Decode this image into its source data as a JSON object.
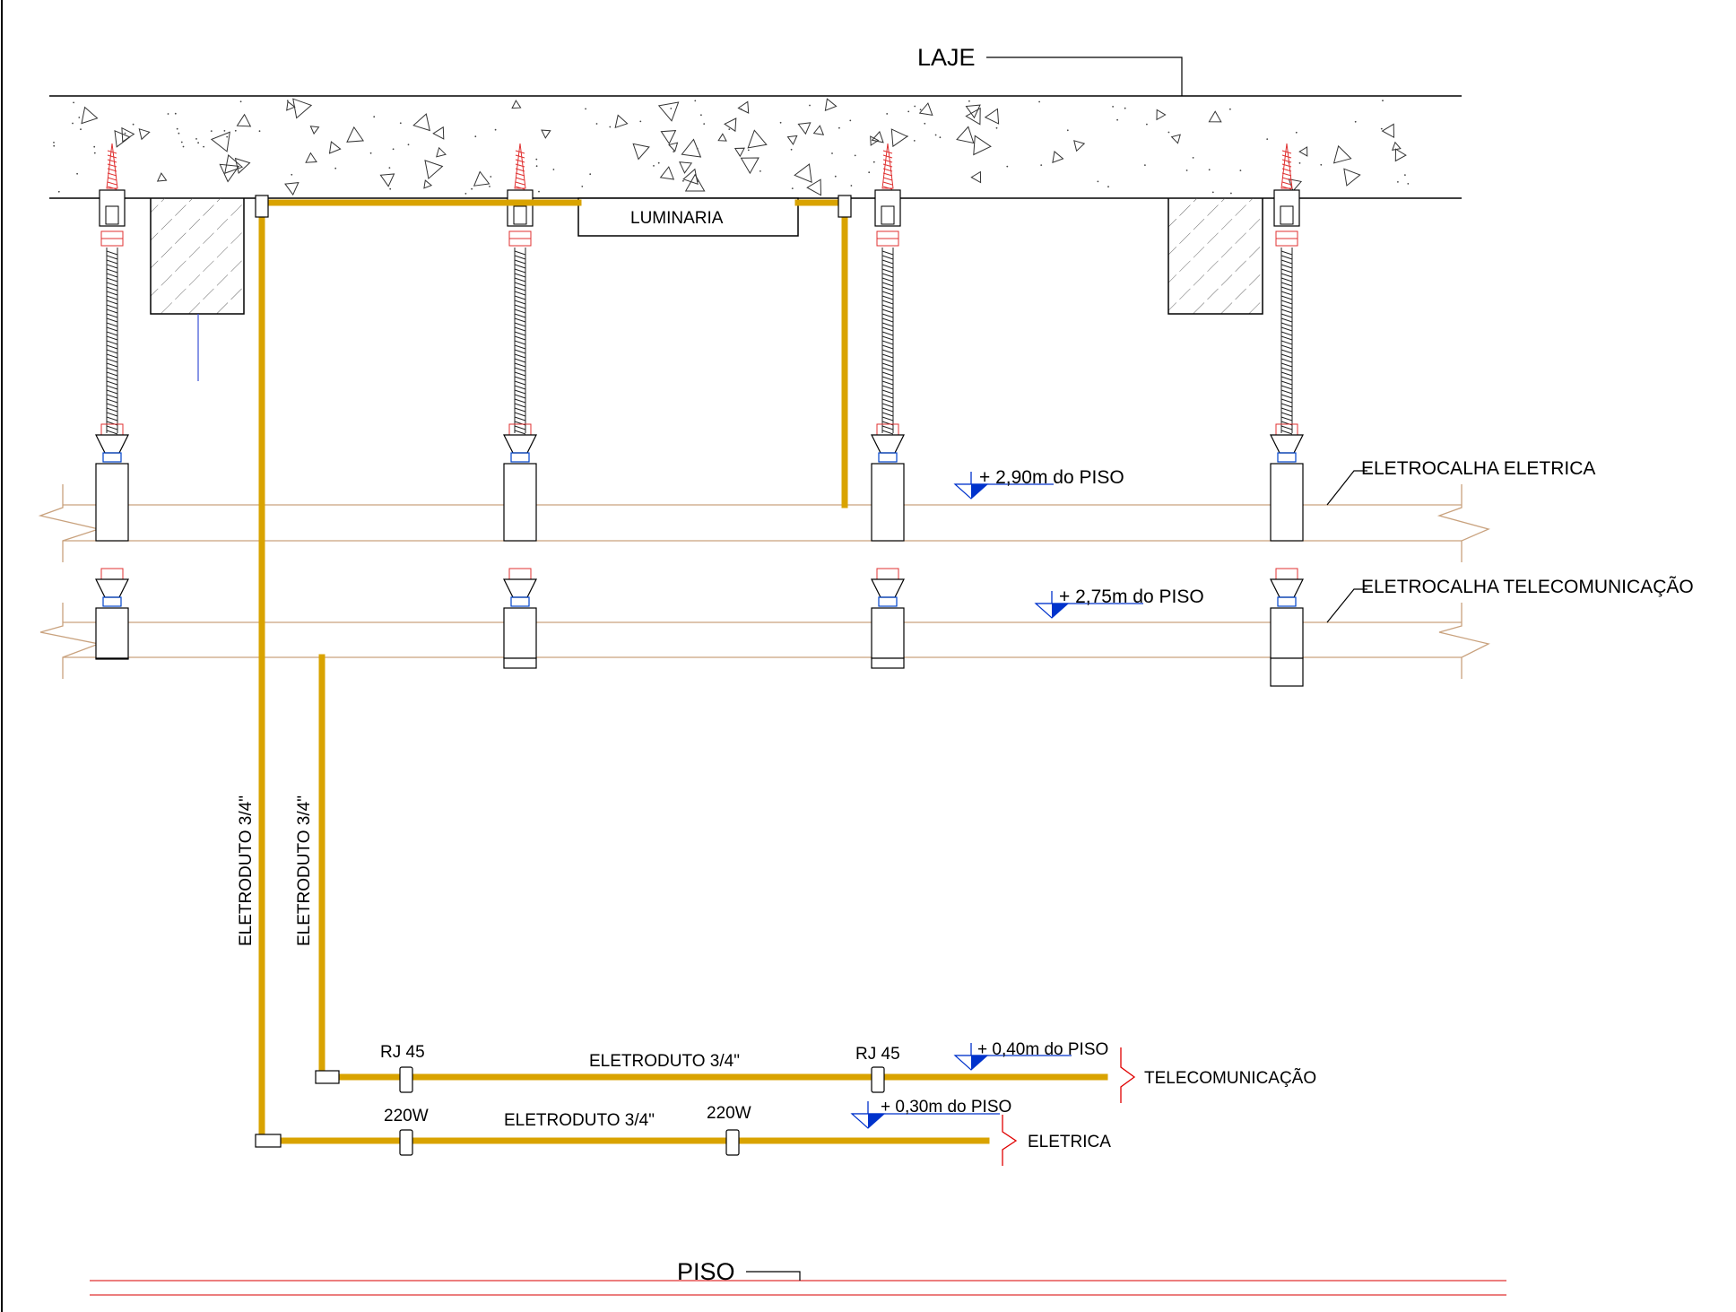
{
  "labels": {
    "laje": "LAJE",
    "luminaria": "LUMINARIA",
    "eletrocalha_eletrica": "ELETROCALHA ELETRICA",
    "eletrocalha_telecom": "ELETROCALHA TELECOMUNICAÇÃO",
    "nivel_290": "+ 2,90m do PISO",
    "nivel_275": "+ 2,75m do PISO",
    "eletroduto_vertical_1": "ELETRODUTO 3/4\"",
    "eletroduto_vertical_2": "ELETRODUTO 3/4\"",
    "rj45_left": "RJ 45",
    "rj45_right": "RJ 45",
    "eletroduto_telecom": "ELETRODUTO 3/4\"",
    "nivel_040": "+ 0,40m do PISO",
    "telecomunicacao": "TELECOMUNICAÇÃO",
    "w220_left": "220W",
    "w220_right": "220W",
    "eletroduto_eletrica": "ELETRODUTO 3/4\"",
    "nivel_030": "+ 0,30m do PISO",
    "eletrica": "ELETRICA",
    "piso": "PISO"
  },
  "colors": {
    "conduit": "#D9A300",
    "tray_line": "#C9A27E",
    "level_marker": "#0033CC",
    "break_mark": "#E00000",
    "floor_line": "#E03030",
    "slab_line": "#000000",
    "anchor": "#E03030",
    "blue_detail": "#0044CC"
  }
}
